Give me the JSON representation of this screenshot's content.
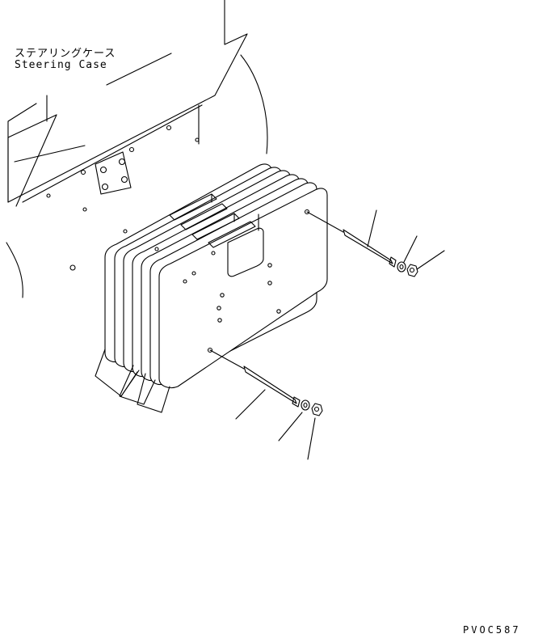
{
  "labels": {
    "steering_case_jp": "ステアリングケース",
    "steering_case_en": "Steering Case"
  },
  "drawing_code": "PVOC587"
}
